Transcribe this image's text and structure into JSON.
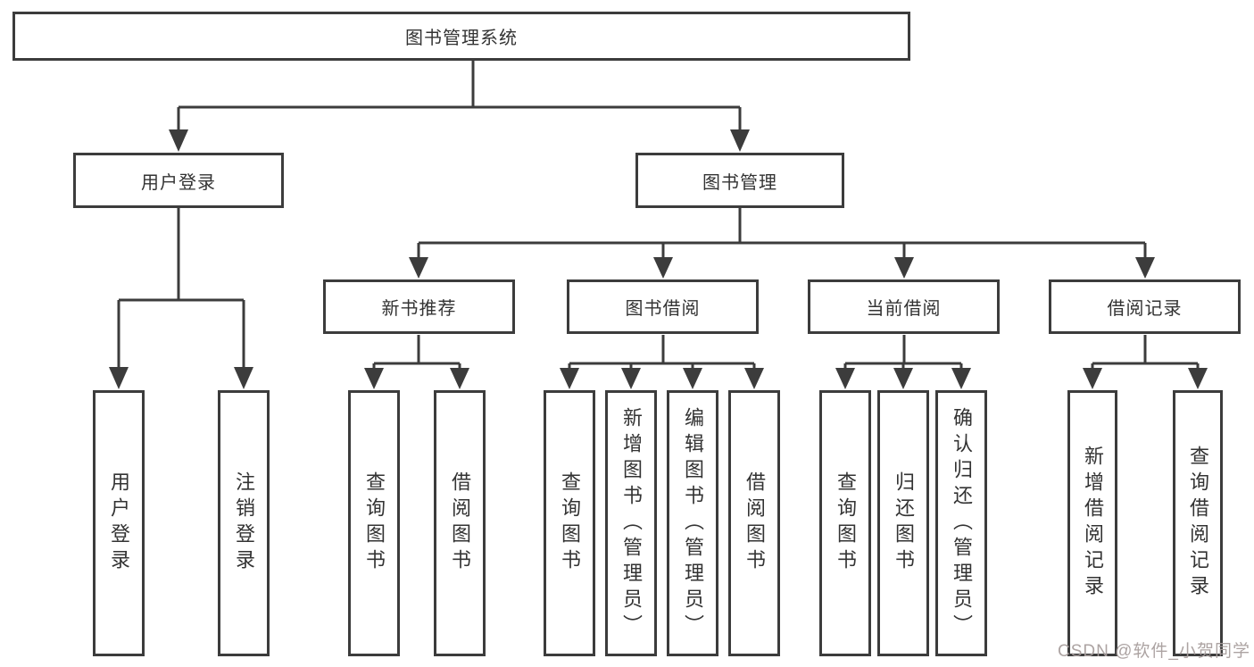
{
  "diagram": {
    "root": {
      "label": "图书管理系统"
    },
    "login_branch": {
      "label": "用户登录",
      "children": [
        {
          "label": "用户登录"
        },
        {
          "label": "注销登录"
        }
      ]
    },
    "management_branch": {
      "label": "图书管理",
      "groups": [
        {
          "label": "新书推荐",
          "children": [
            {
              "label": "查询图书"
            },
            {
              "label": "借阅图书"
            }
          ]
        },
        {
          "label": "图书借阅",
          "children": [
            {
              "label": "查询图书"
            },
            {
              "label": "新增图书（管理员）"
            },
            {
              "label": "编辑图书（管理员）"
            },
            {
              "label": "借阅图书"
            }
          ]
        },
        {
          "label": "当前借阅",
          "children": [
            {
              "label": "查询图书"
            },
            {
              "label": "归还图书"
            },
            {
              "label": "确认归还（管理员）"
            }
          ]
        },
        {
          "label": "借阅记录",
          "children": [
            {
              "label": "新增借阅记录"
            },
            {
              "label": "查询借阅记录"
            }
          ]
        }
      ]
    }
  },
  "watermark": {
    "text": "CSDN @软件_小贺同学",
    "color": "#a89f9e"
  },
  "colors": {
    "line": "#3c3c3c",
    "text": "#333333",
    "background": "#ffffff"
  }
}
